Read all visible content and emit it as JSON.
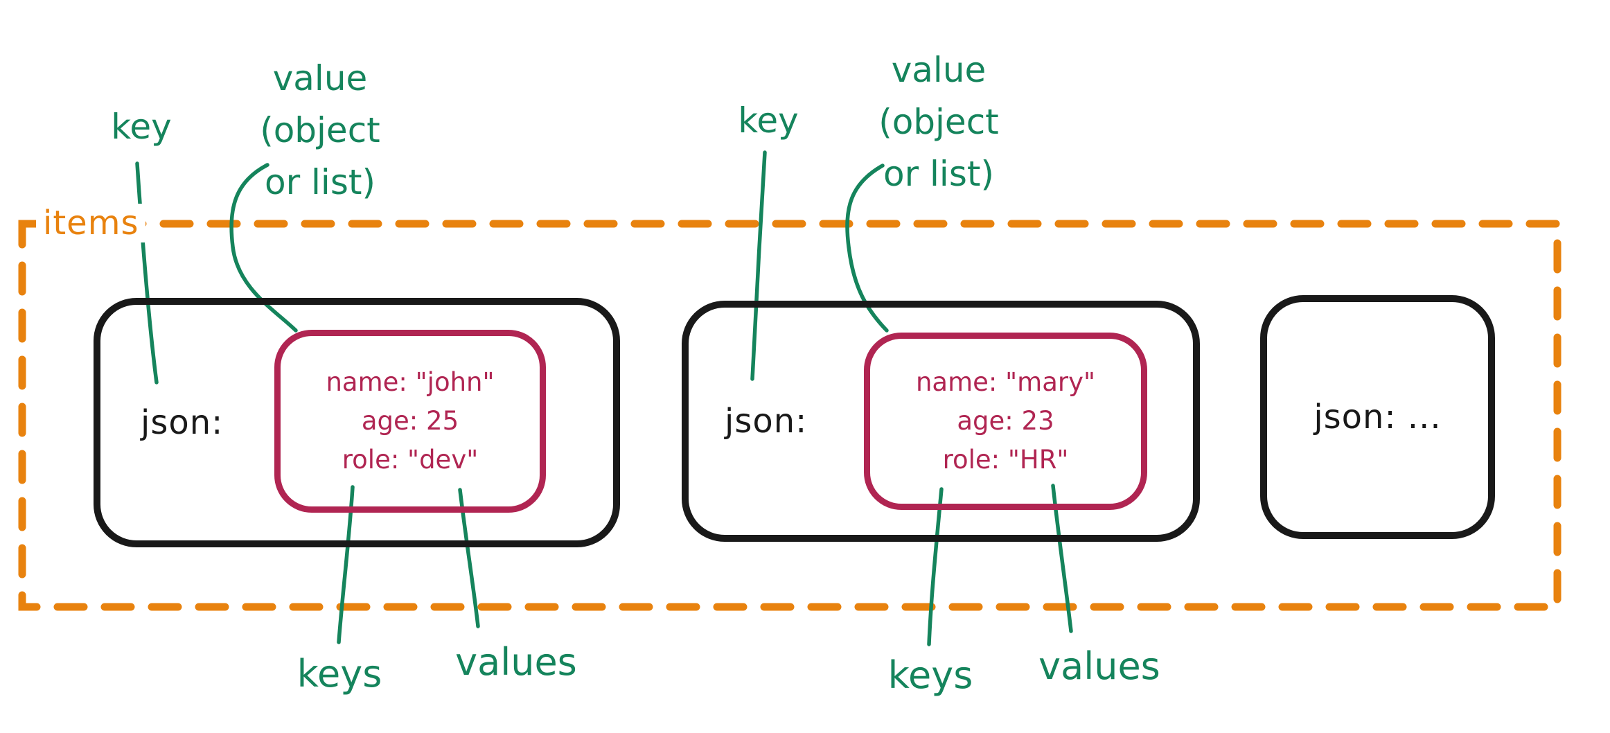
{
  "diagram": {
    "title_hint": "JSON records inside an items collection",
    "items_label": "items",
    "records": [
      {
        "key_label": "json:",
        "fields": [
          "name: \"john\"",
          "age: 25",
          "role: \"dev\""
        ]
      },
      {
        "key_label": "json:",
        "fields": [
          "name: \"mary\"",
          "age: 23",
          "role: \"HR\""
        ]
      },
      {
        "key_label": "json:  ..."
      }
    ],
    "annotations": {
      "key_1": "key",
      "key_2": "key",
      "value_1_lines": [
        "value",
        "(object",
        "or list)"
      ],
      "value_2_lines": [
        "value",
        "(object",
        "or list)"
      ],
      "keys_1": "keys",
      "values_1": "values",
      "keys_2": "keys",
      "values_2": "values"
    },
    "colors": {
      "green": "#15845C",
      "orange": "#E8820E",
      "crimson": "#B02552",
      "black": "#191919"
    }
  }
}
